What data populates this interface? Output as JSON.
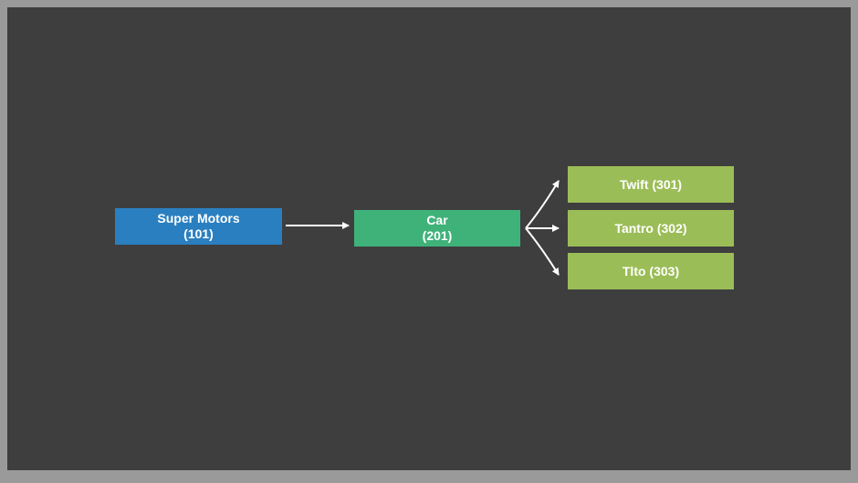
{
  "diagram": {
    "root": {
      "name": "Super Motors",
      "code": "(101)",
      "color": "#2a7fc0"
    },
    "category": {
      "name": "Car",
      "code": "(201)",
      "color": "#3fb27a"
    },
    "children": [
      {
        "label": "Twift (301)"
      },
      {
        "label": "Tantro (302)"
      },
      {
        "label": "Tlto (303)"
      }
    ],
    "child_color": "#9bbd57",
    "background": "#3e3e3e",
    "border": "#9a9a9a",
    "arrow_color": "#ffffff"
  }
}
